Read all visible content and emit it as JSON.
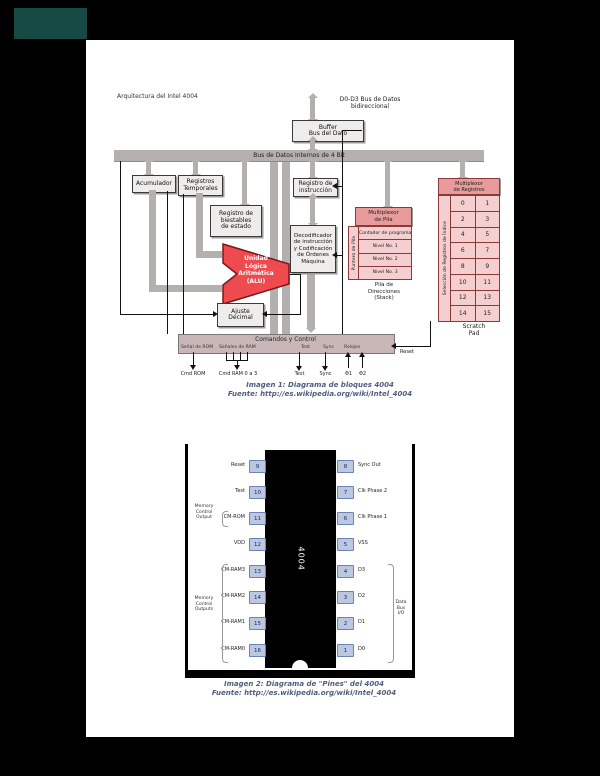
{
  "viewer": {
    "corner_tab": ""
  },
  "colors": {
    "background": "#000000",
    "page": "#ffffff",
    "alu_red": "#ef4a4e",
    "pink_header": "#e79b9b",
    "pink_cell": "#f5cfcf",
    "gray_bus": "#b3b0ad",
    "control_bar": "#c9b7b7",
    "pin_box": "#bcc8e2",
    "caption_blue": "#4e5d7d",
    "corner_teal": "#174a44"
  },
  "captions": {
    "fig1_title": "Imagen 1: Diagrama de bloques 4004",
    "fig1_source": "Fuente: http://es.wikipedia.org/wiki/Intel_4004",
    "fig2_title": "Imagen 2: Diagrama de \"Pines\" del 4004",
    "fig2_source": "Fuente: http://es.wikipedia.org/wiki/Intel_4004"
  },
  "figure1": {
    "title": "Arquitectura del Intel 4004",
    "top_bus": {
      "line1": "D0-D3 Bus de Datos",
      "line2": "bidireccional"
    },
    "buffer": {
      "line1": "Buffer",
      "line2": "Bus del Dato"
    },
    "internal_bus": "Bus de Datos Internos de 4 Bit",
    "acumulador": "Acumulador",
    "reg_temp": {
      "line1": "Registros",
      "line2": "Temporales"
    },
    "flags": {
      "line1": "Registro de",
      "line2": "biestables",
      "line3": "de estado"
    },
    "reg_instr": {
      "line1": "Registro de",
      "line2": "instrucción"
    },
    "decod": {
      "line1": "Decodificador",
      "line2": "de instrucción",
      "line3": "y Codificación",
      "line4": "de Órdenes",
      "line5": "Máquina"
    },
    "alu": {
      "line1": "Unidad",
      "line2": "Lógica",
      "line3": "Aritmética",
      "line4": "(ALU)"
    },
    "ajuste": {
      "line1": "Ajuste",
      "line2": "Decimal"
    },
    "mux_pila": {
      "line1": "Multiplexor",
      "line2": "de Pila"
    },
    "stack": {
      "side_label": "Puntero de Pila",
      "rows": [
        "Contador de programa",
        "Nivel No. 1",
        "Nivel No. 2",
        "Nivel No. 3"
      ],
      "caption1": "Pila de",
      "caption2": "Direcciones",
      "caption3": "(Stack)"
    },
    "mux_reg": {
      "line1": "Multiplexor",
      "line2": "de Registros"
    },
    "regfile": {
      "side_label": "Selección de Registros de Índice",
      "cells": [
        "0",
        "1",
        "2",
        "3",
        "4",
        "5",
        "6",
        "7",
        "8",
        "9",
        "10",
        "11",
        "12",
        "13",
        "14",
        "15"
      ],
      "caption1": "Scratch",
      "caption2": "Pad"
    },
    "control": {
      "title": "Comandos y Control",
      "inner_left1": "Señal de ROM",
      "inner_left2": "Señales de RAM",
      "inner_right1": "Test",
      "inner_right2": "Sync",
      "inner_right3": "Relojes",
      "below1": "Cmd ROM",
      "below2": "Cmd RAM 0 a 3",
      "below3": "Test",
      "below4": "Sync",
      "below5": "Φ1",
      "below6": "Φ2",
      "reset": "Reset"
    }
  },
  "figure2": {
    "chip_label": "4004",
    "groups": {
      "left_single": {
        "line1": "Memory",
        "line2": "Control",
        "line3": "Output"
      },
      "left_multi": {
        "line1": "Memory",
        "line2": "Control",
        "line3": "Outputs"
      },
      "right": {
        "line1": "Data Bus",
        "line2": "I/O"
      }
    },
    "pins": [
      {
        "left_label": "Reset",
        "left_pin": "9",
        "right_pin": "8",
        "right_label": "Sync Out"
      },
      {
        "left_label": "Test",
        "left_pin": "10",
        "right_pin": "7",
        "right_label": "Clk Phase 2"
      },
      {
        "left_label": "CM-ROM",
        "left_pin": "11",
        "right_pin": "6",
        "right_label": "Clk Phase 1"
      },
      {
        "left_label": "VDD",
        "left_pin": "12",
        "right_pin": "5",
        "right_label": "VSS"
      },
      {
        "left_label": "CM-RAM3",
        "left_pin": "13",
        "right_pin": "4",
        "right_label": "D3"
      },
      {
        "left_label": "CM-RAM2",
        "left_pin": "14",
        "right_pin": "3",
        "right_label": "D2"
      },
      {
        "left_label": "CM-RAM1",
        "left_pin": "15",
        "right_pin": "2",
        "right_label": "D1"
      },
      {
        "left_label": "CM-RAM0",
        "left_pin": "16",
        "right_pin": "1",
        "right_label": "D0"
      }
    ]
  }
}
